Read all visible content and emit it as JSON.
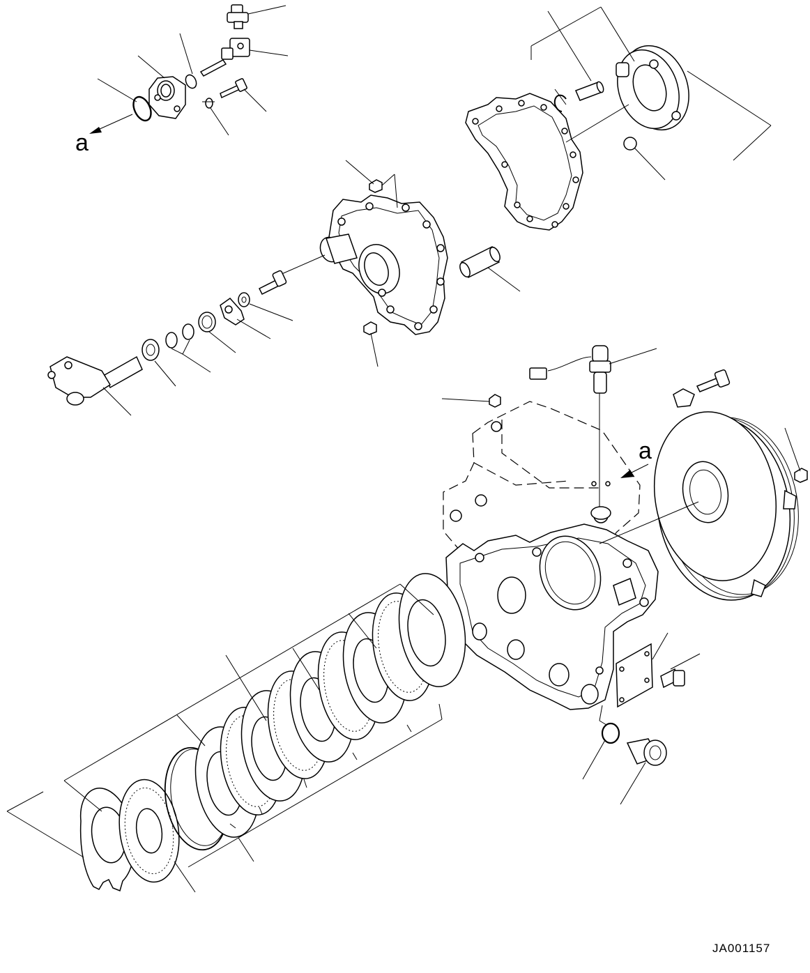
{
  "diagram": {
    "view_label_top": "a",
    "view_label_right": "a",
    "drawing_code": "JA001157"
  }
}
